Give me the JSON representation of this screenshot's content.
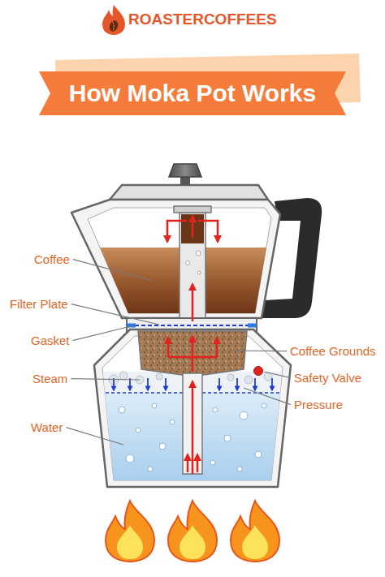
{
  "diagram": {
    "title": "How Moka Pot Works",
    "labels": [
      "ROASTERCOFFEES",
      "Coffee",
      "Filter Plate",
      "Gasket",
      "Steam",
      "Water",
      "Coffee Grounds",
      "Safety Valve",
      "Pressure"
    ]
  }
}
